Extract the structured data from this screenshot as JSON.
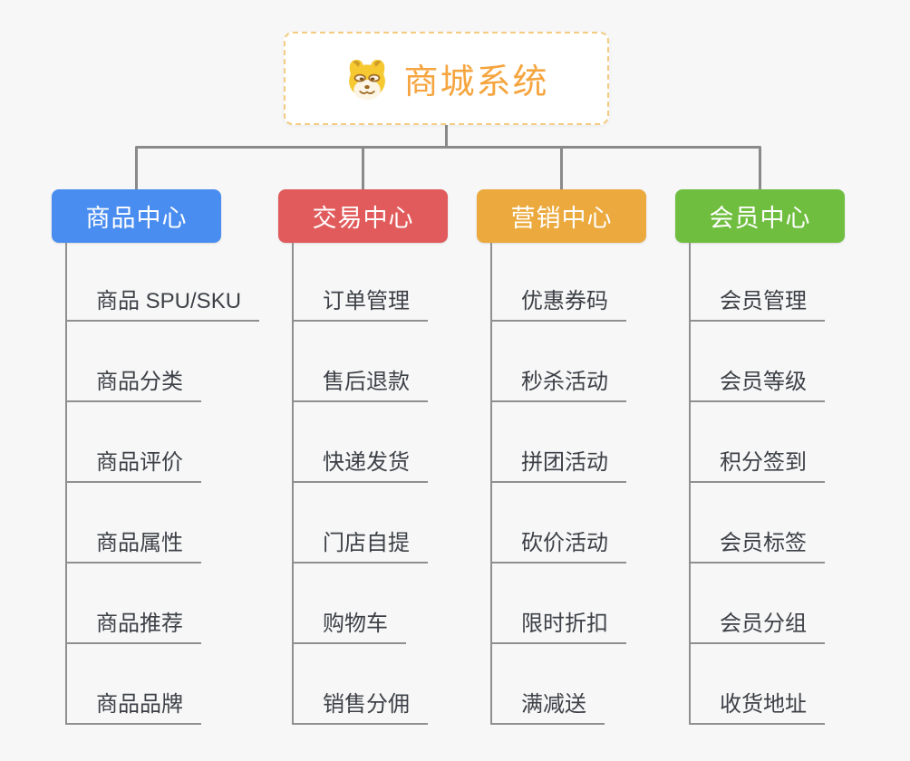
{
  "canvas": {
    "background": "#f7f7f7",
    "connector_color": "#8a8a8a"
  },
  "root": {
    "title": "商城系统",
    "title_color": "#f5a53f",
    "border_color": "#f3cc82",
    "icon": "dog-face-icon"
  },
  "branches": [
    {
      "label": "商品中心",
      "color": "#4a8df0",
      "children": [
        "商品 SPU/SKU",
        "商品分类",
        "商品评价",
        "商品属性",
        "商品推荐",
        "商品品牌"
      ]
    },
    {
      "label": "交易中心",
      "color": "#e15b5c",
      "children": [
        "订单管理",
        "售后退款",
        "快递发货",
        "门店自提",
        "购物车",
        "销售分佣"
      ]
    },
    {
      "label": "营销中心",
      "color": "#eba93e",
      "children": [
        "优惠券码",
        "秒杀活动",
        "拼团活动",
        "砍价活动",
        "限时折扣",
        "满减送"
      ]
    },
    {
      "label": "会员中心",
      "color": "#70be40",
      "children": [
        "会员管理",
        "会员等级",
        "积分签到",
        "会员标签",
        "会员分组",
        "收货地址"
      ]
    }
  ]
}
